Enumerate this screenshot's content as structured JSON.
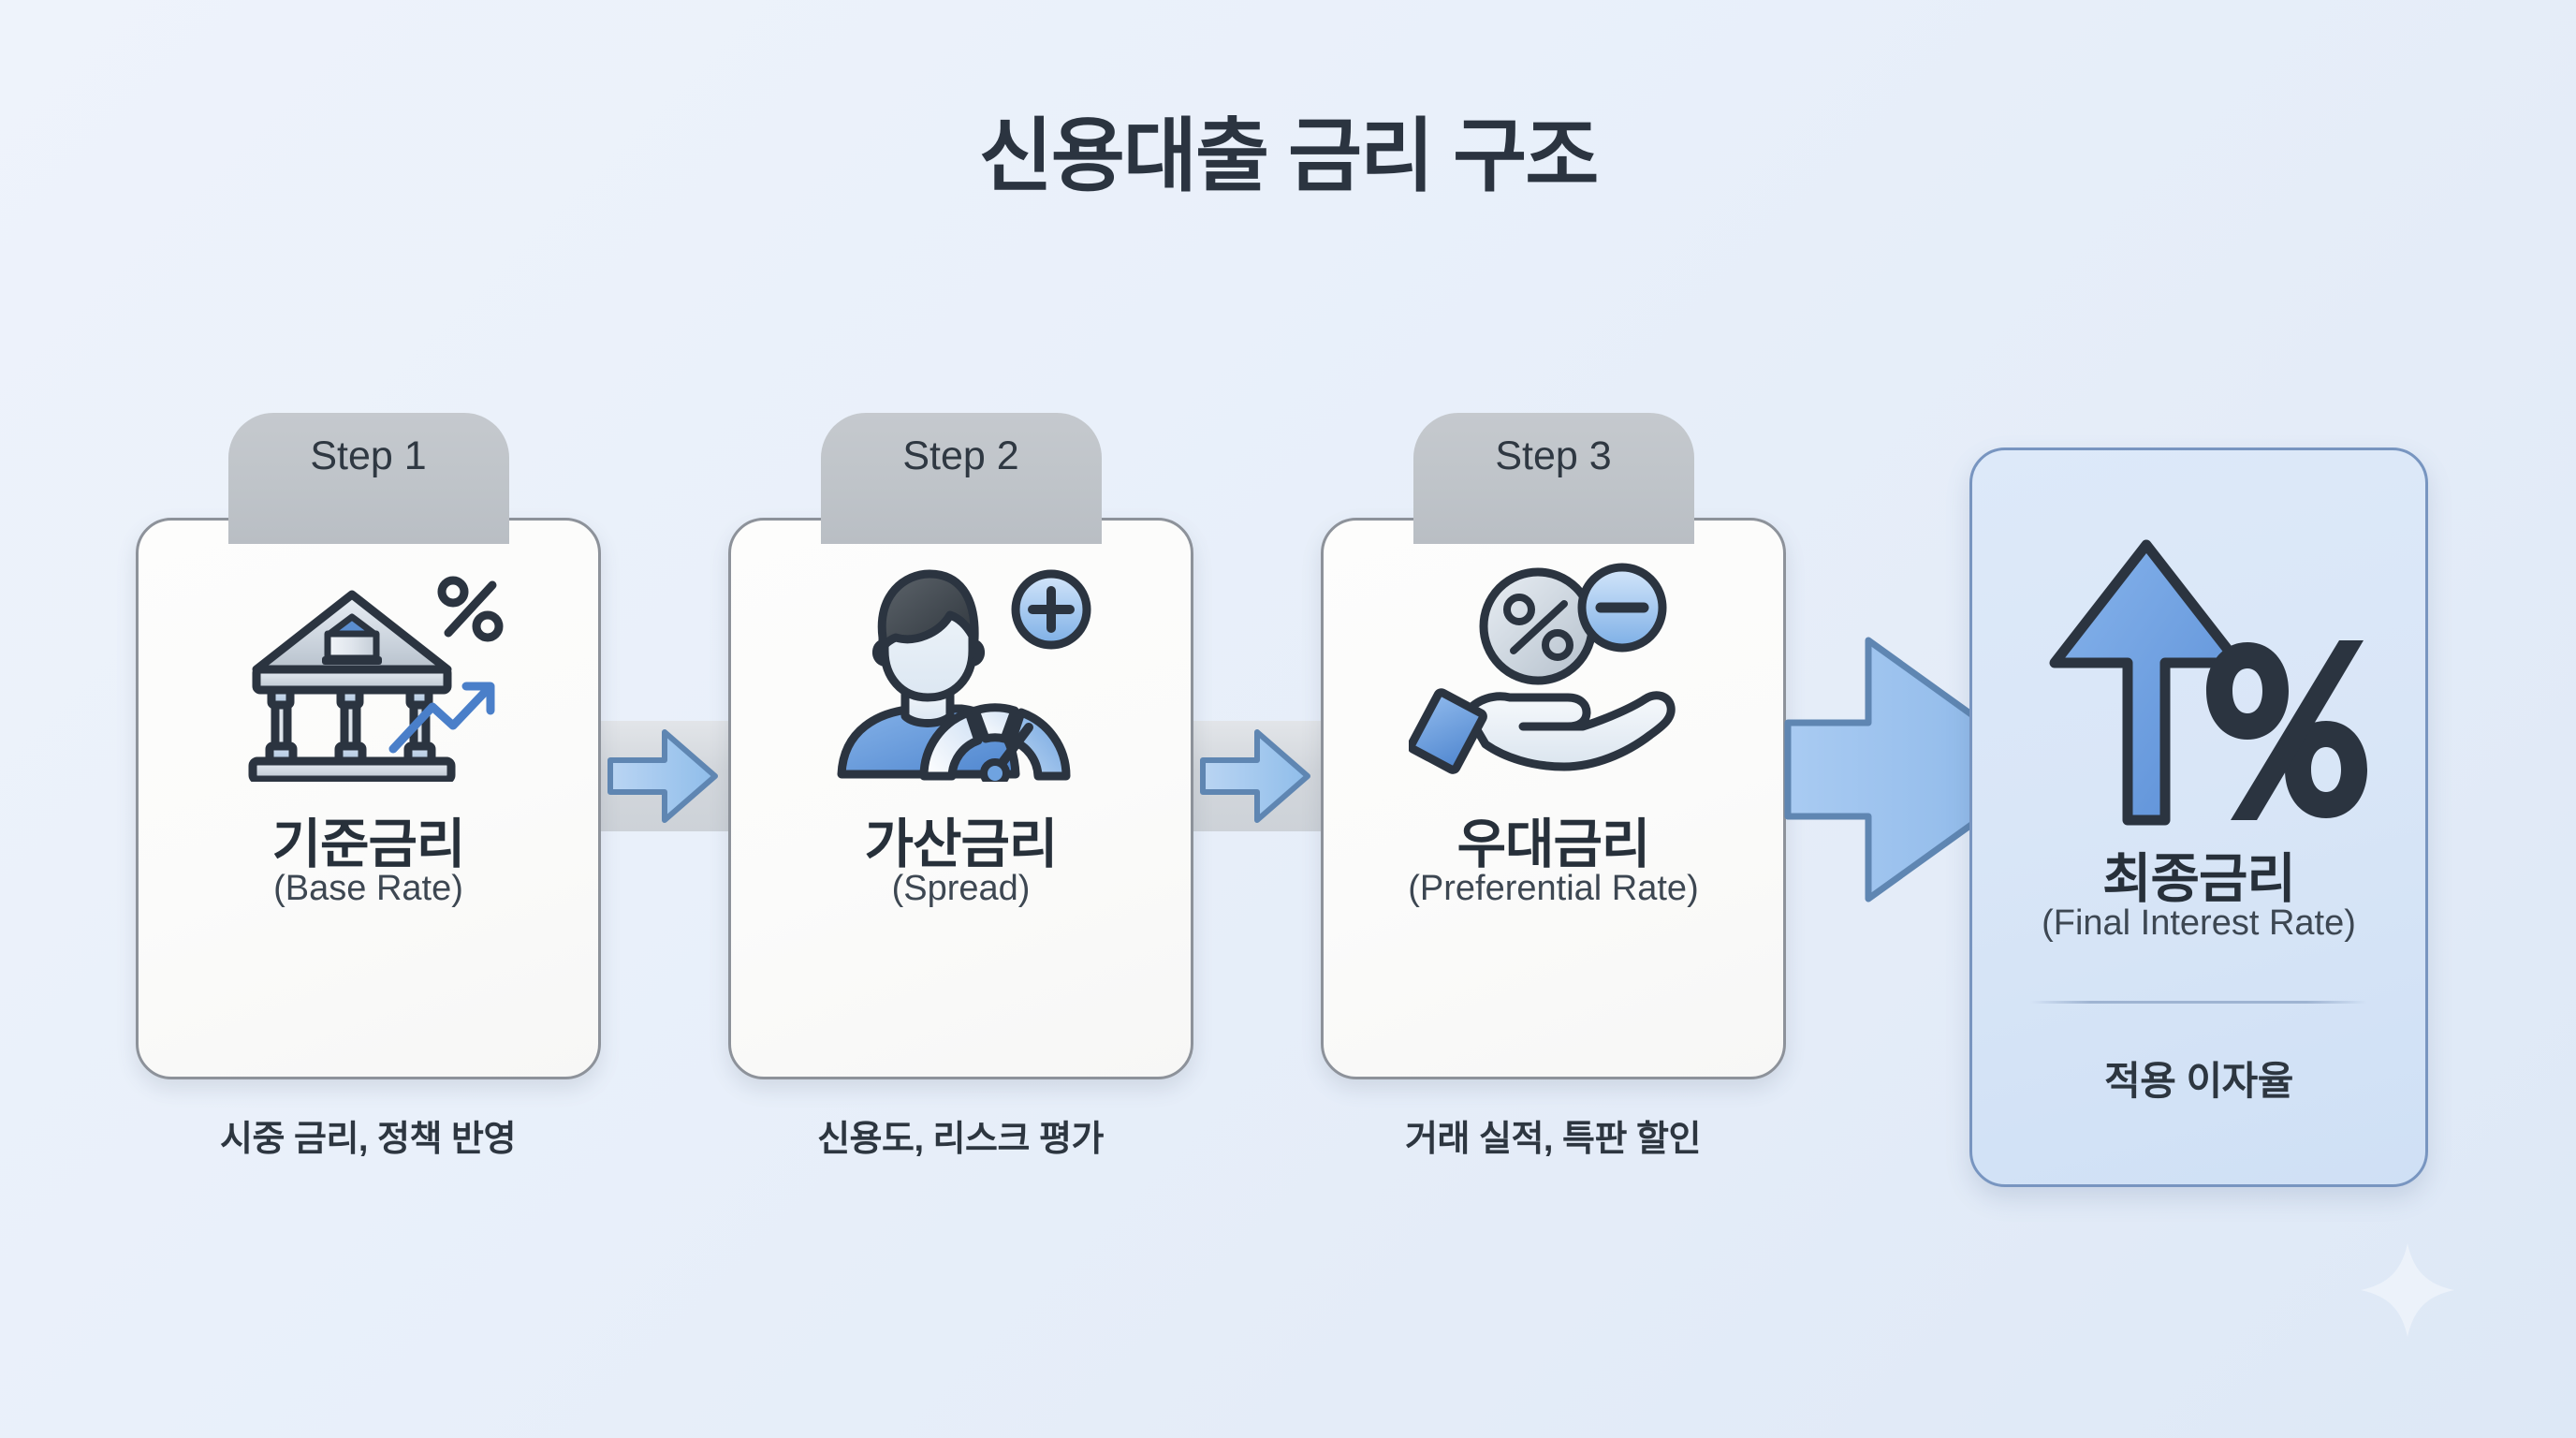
{
  "title": "신용대출 금리 구조",
  "colors": {
    "background_start": "#eef3fb",
    "background_end": "#dde8f6",
    "card_border": "#8d929a",
    "card_fill": "#fbfbfa",
    "badge_fill": "#bfc4c9",
    "text_dark": "#27303a",
    "accent_blue": "#6fa3e8",
    "accent_blue_dark": "#4a7fc9",
    "final_card_fill": "#d9e6f7",
    "final_card_border": "#7895c0",
    "connector_band": "#d3d7dc"
  },
  "steps": [
    {
      "badge": "Step 1",
      "title": "기준금리",
      "subtitle": "(Base Rate)",
      "caption": "시중 금리, 정책 반영",
      "icon": "bank-percent-growth-icon"
    },
    {
      "badge": "Step 2",
      "title": "가산금리",
      "subtitle": "(Spread)",
      "caption": "신용도, 리스크 평가",
      "icon": "person-gauge-plus-icon"
    },
    {
      "badge": "Step 3",
      "title": "우대금리",
      "subtitle": "(Preferential Rate)",
      "caption": "거래 실적, 특판 할인",
      "icon": "hand-percent-minus-icon"
    }
  ],
  "final": {
    "title": "최종금리",
    "subtitle": "(Final Interest Rate)",
    "caption": "적용 이자율",
    "icon": "arrow-up-percent-icon"
  },
  "connectors": [
    {
      "name": "arrow-step1-to-step2",
      "icon": "arrow-right-icon"
    },
    {
      "name": "arrow-step2-to-step3",
      "icon": "arrow-right-icon"
    },
    {
      "name": "arrow-step3-to-final",
      "icon": "arrow-right-large-icon"
    }
  ],
  "decoration": {
    "icon": "sparkle-icon"
  }
}
